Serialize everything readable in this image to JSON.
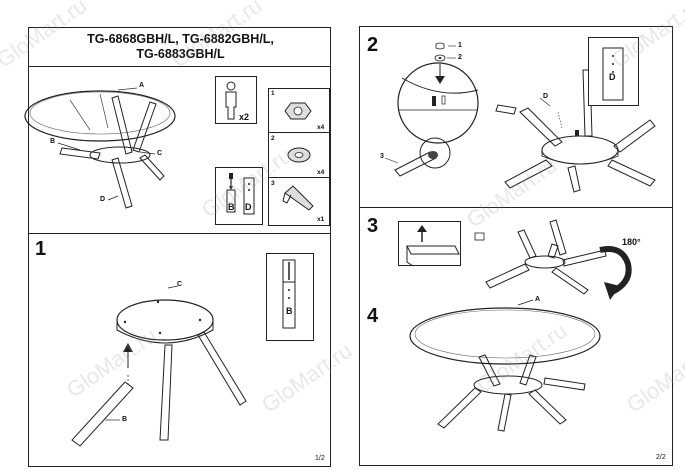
{
  "page1": {
    "title_line1": "TG-6868GBH/L, TG-6882GBH/L,",
    "title_line2": "TG-6883GBH/L",
    "part_labels": {
      "a": "A",
      "b": "B",
      "c": "C",
      "d": "D"
    },
    "persons": "x2",
    "hardware": [
      {
        "num": "1",
        "qty": "x4"
      },
      {
        "num": "2",
        "qty": "x4"
      },
      {
        "num": "3",
        "qty": "x1"
      }
    ],
    "tool_labels": {
      "left": "B",
      "right": "D"
    },
    "step1": {
      "number": "1",
      "label_c": "C",
      "label_b": "B",
      "callout": "B"
    },
    "page_number": "1/2"
  },
  "page2": {
    "step2": {
      "number": "2",
      "hw1": "1",
      "hw2": "2",
      "hw3": "3",
      "label_d": "D",
      "callout": "D"
    },
    "step3": {
      "number": "3",
      "rotation": "180°"
    },
    "step4": {
      "number": "4",
      "label_a": "A"
    },
    "page_number": "2/2"
  },
  "watermark": "GloMart.ru"
}
